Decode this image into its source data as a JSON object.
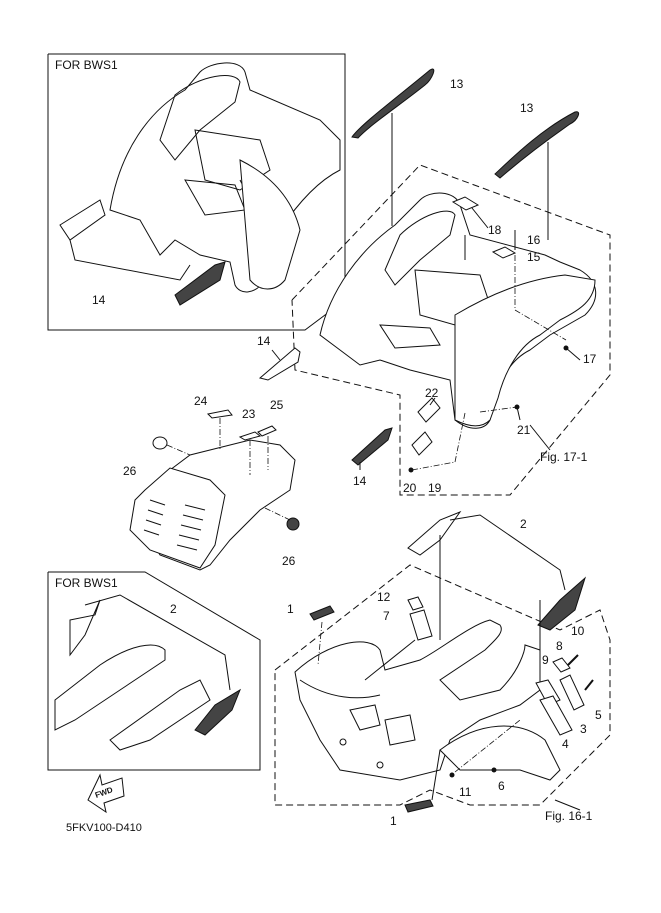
{
  "diagram": {
    "code": "5FKV100-D410",
    "insets": [
      {
        "title": "FOR BWS1",
        "parts": [
          "14"
        ]
      },
      {
        "title": "FOR BWS1",
        "parts": [
          "2"
        ]
      }
    ],
    "figure_refs": [
      "Fig. 17-1",
      "Fig. 16-1"
    ],
    "fwd_arrow_label": "FWD",
    "callouts": {
      "c14_inset": "14",
      "c13_a": "13",
      "c13_b": "13",
      "c18": "18",
      "c16": "16",
      "c15": "15",
      "c17": "17",
      "c14_left": "14",
      "c22": "22",
      "c21": "21",
      "c14_bottom": "14",
      "c20": "20",
      "c19": "19",
      "c24": "24",
      "c23": "23",
      "c25": "25",
      "c26_a": "26",
      "c26_b": "26",
      "c2_main": "2",
      "c1_top": "1",
      "c12": "12",
      "c7": "7",
      "c10": "10",
      "c8": "8",
      "c9": "9",
      "c5": "5",
      "c3": "3",
      "c4": "4",
      "c11": "11",
      "c6": "6",
      "c1_bottom": "1",
      "c2_inset": "2"
    }
  }
}
